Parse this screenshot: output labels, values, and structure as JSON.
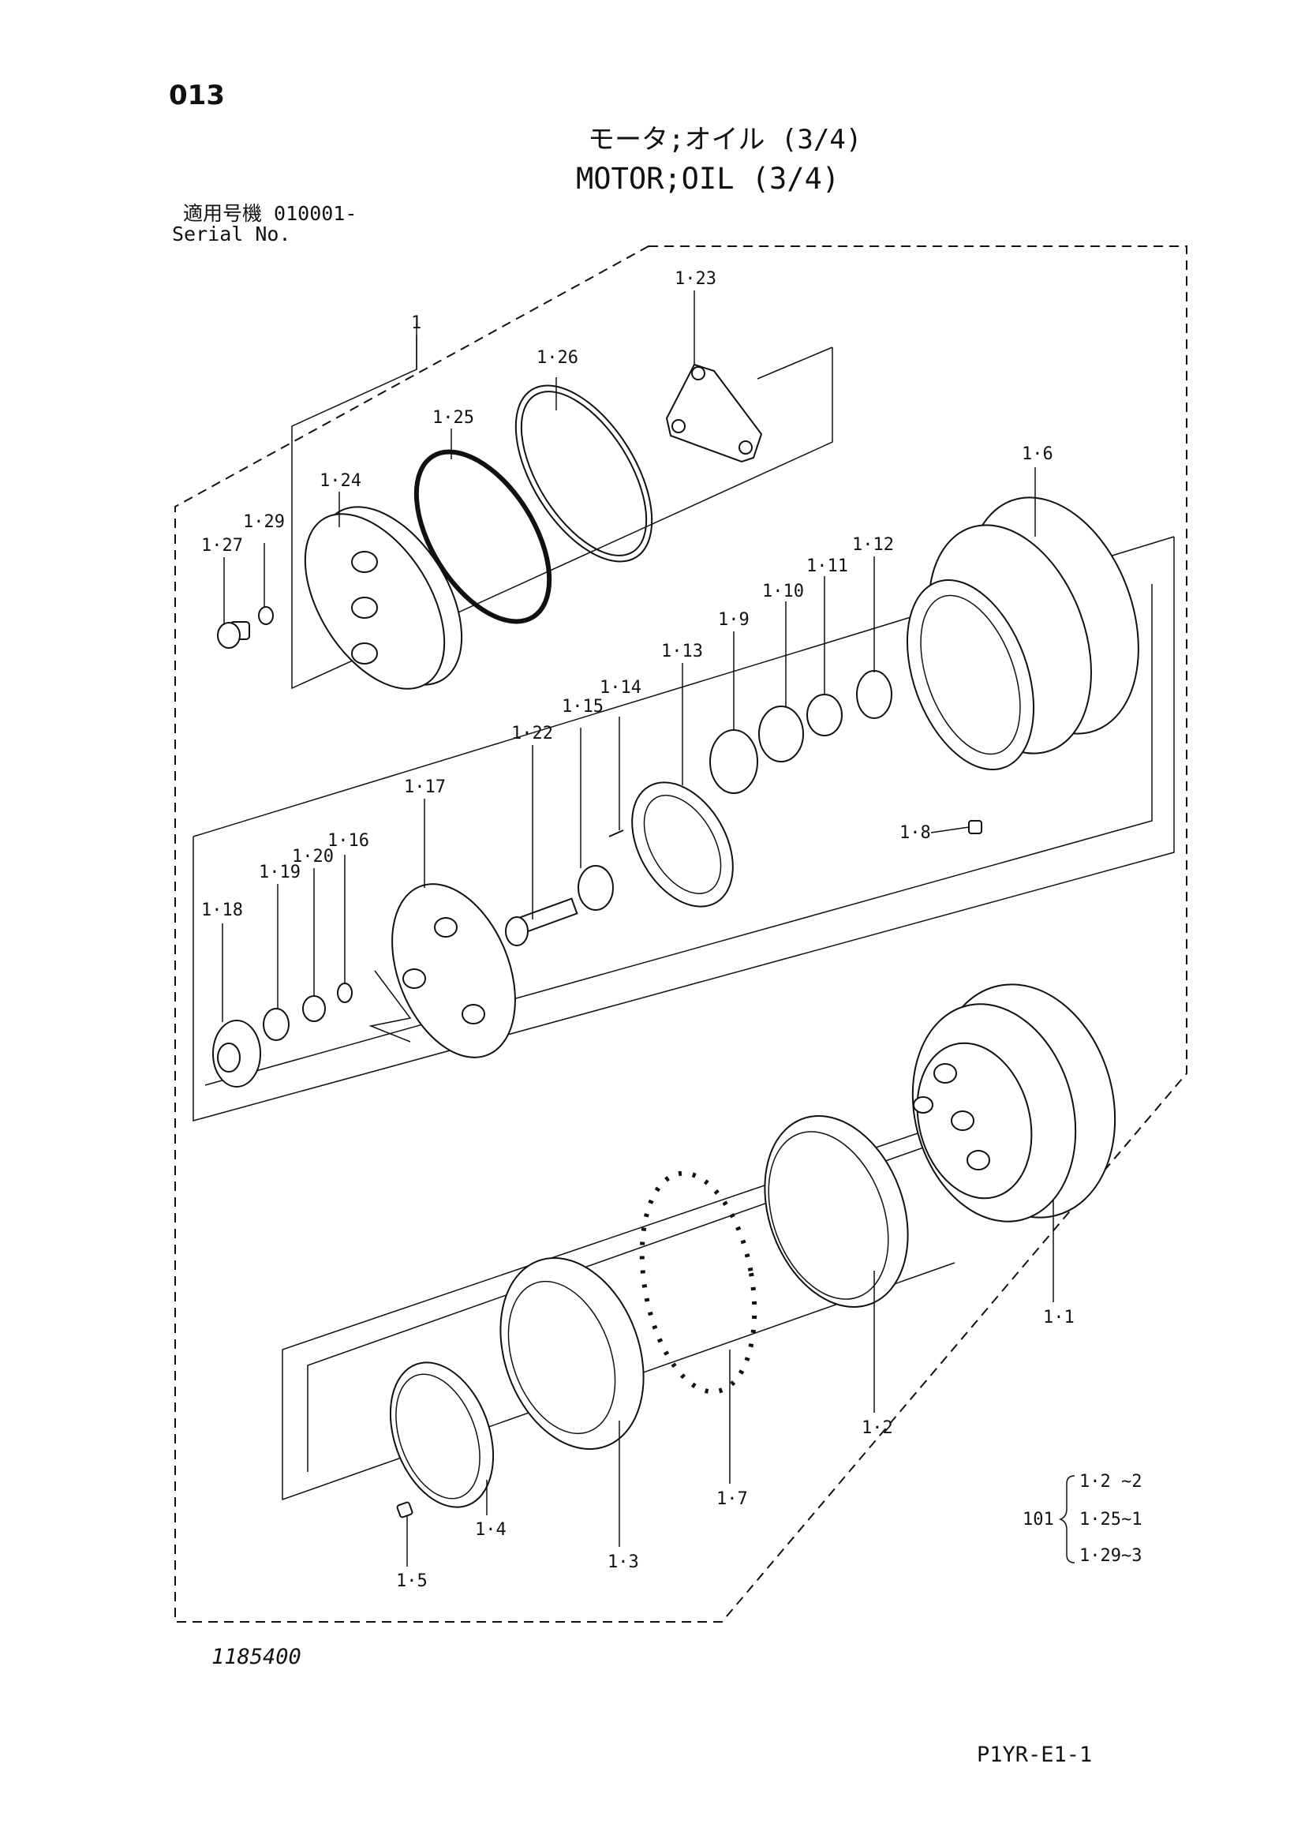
{
  "page": {
    "number": "013",
    "title_jp": "モータ;オイル (3/4)",
    "title_en": "MOTOR;OIL (3/4)",
    "serial_jp": "適用号機  010001-",
    "serial_en": "Serial No.",
    "drawing_number": "1185400",
    "page_code": "P1YR-E1-1"
  },
  "callouts": {
    "c1": "1",
    "c1_1": "1·1",
    "c1_2": "1·2",
    "c1_3": "1·3",
    "c1_4": "1·4",
    "c1_5": "1·5",
    "c1_6": "1·6",
    "c1_7": "1·7",
    "c1_8": "1·8",
    "c1_9": "1·9",
    "c1_10": "1·10",
    "c1_11": "1·11",
    "c1_12": "1·12",
    "c1_13": "1·13",
    "c1_14": "1·14",
    "c1_15": "1·15",
    "c1_16": "1·16",
    "c1_17": "1·17",
    "c1_18": "1·18",
    "c1_19": "1·19",
    "c1_20": "1·20",
    "c1_22": "1·22",
    "c1_23": "1·23",
    "c1_24": "1·24",
    "c1_25": "1·25",
    "c1_26": "1·26",
    "c1_27": "1·27",
    "c1_29": "1·29"
  },
  "kit": {
    "label": "101",
    "items": [
      "1·2  ~2",
      "1·25~1",
      "1·29~3"
    ]
  }
}
